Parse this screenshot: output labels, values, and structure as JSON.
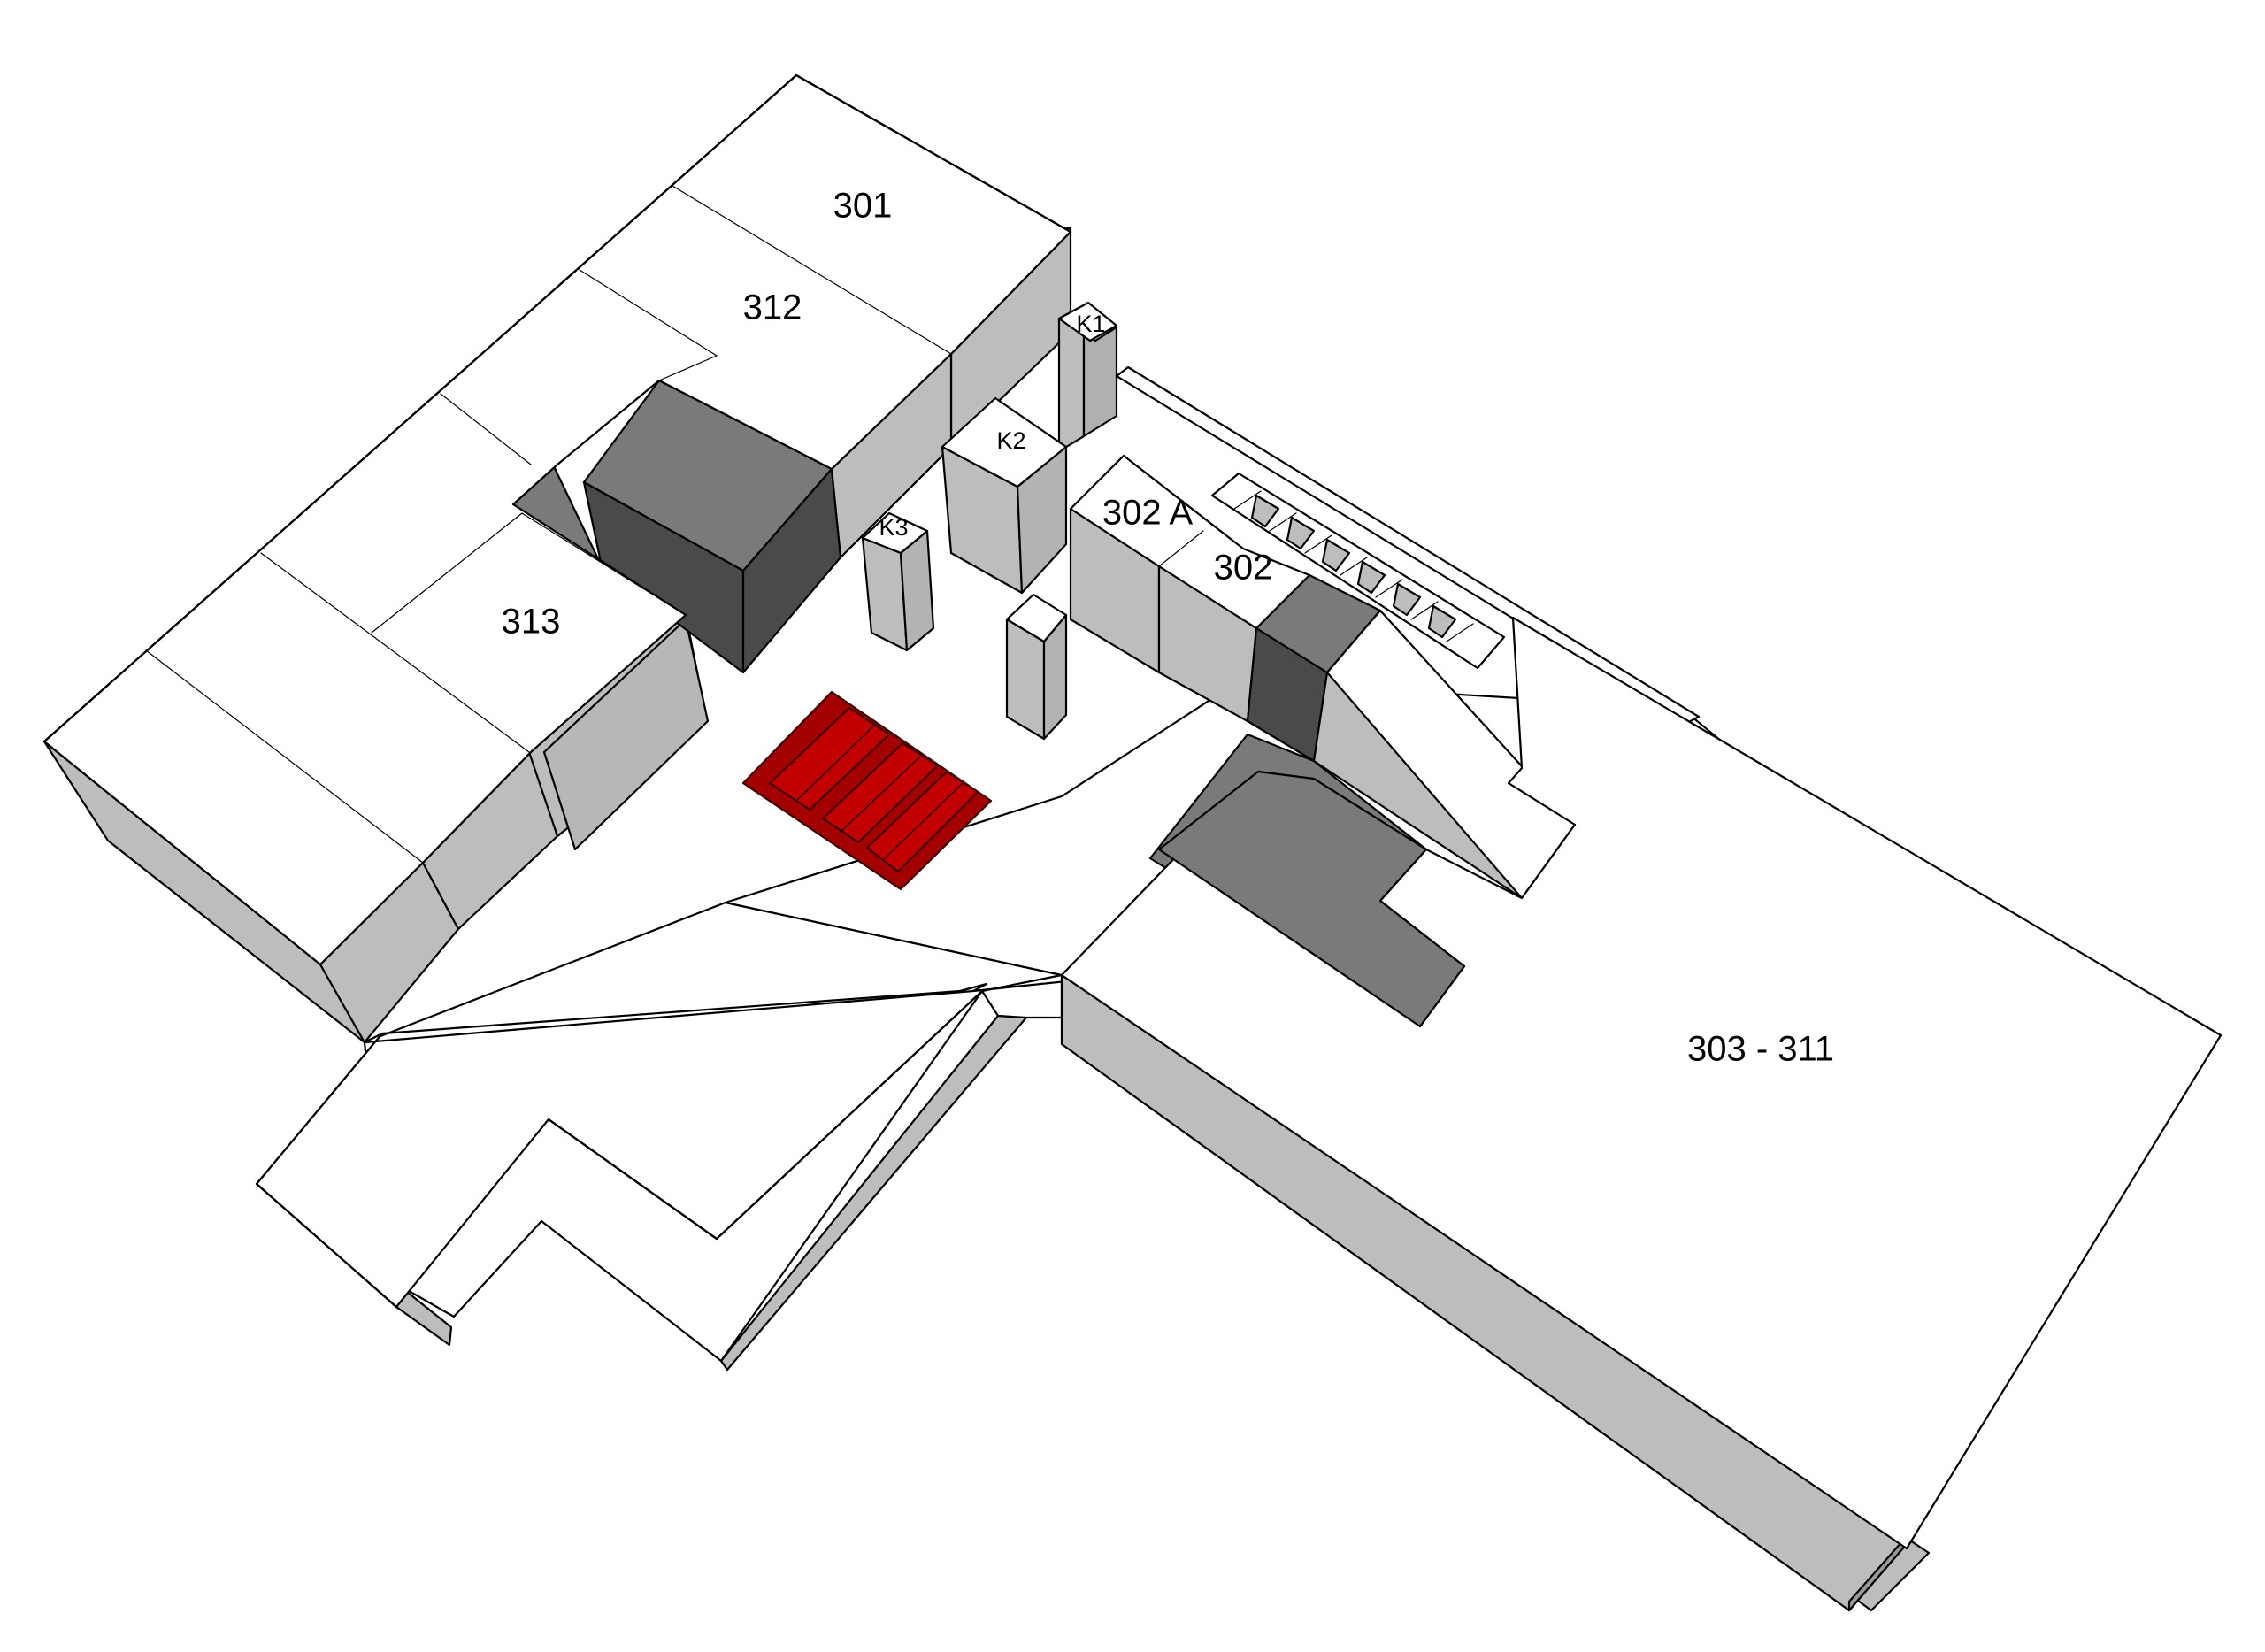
{
  "rooms": {
    "r301": "301",
    "r312": "312",
    "r313": "313",
    "r302a": "302 A",
    "r302": "302",
    "r303_311": "303 - 311"
  },
  "cores": {
    "k1": "K1",
    "k2": "K2",
    "k3": "K3"
  },
  "colors": {
    "highlight": "#a50000",
    "floor": "#ffffff",
    "wall_light": "#bdbdbd",
    "wall_mid": "#7a7a7a",
    "wall_dark": "#4a4a4a"
  }
}
